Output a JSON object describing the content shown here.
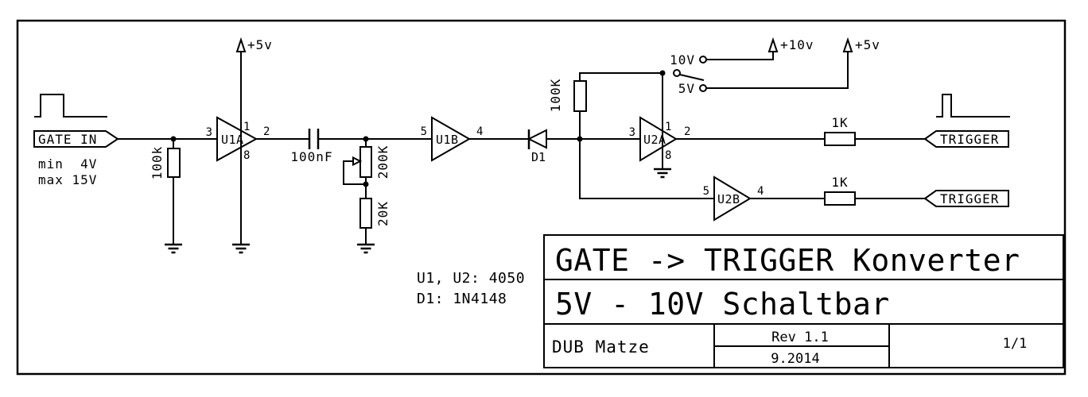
{
  "colors": {
    "ink": "#000000",
    "paper": "#ffffff"
  },
  "gate_input": {
    "flag_label": "GATE IN",
    "min_note": "min  4V",
    "max_note": "max 15V"
  },
  "parts": {
    "r_input": "100k",
    "capacitor": "100nF",
    "potentiometer": "200K",
    "r_divider": "20K",
    "r_pullup": "100K",
    "r_out_top": "1K",
    "r_out_bottom": "1K",
    "diode_ref": "D1"
  },
  "buffers": {
    "u1a": {
      "label": "U1A",
      "pin_in": "3",
      "pin_out": "2",
      "pin_top": "1",
      "pin_bottom": "8"
    },
    "u1b": {
      "label": "U1B",
      "pin_in": "5",
      "pin_out": "4"
    },
    "u2a": {
      "label": "U2A",
      "pin_in": "3",
      "pin_out": "2",
      "pin_top": "1",
      "pin_bottom": "8"
    },
    "u2b": {
      "label": "U2B",
      "pin_in": "5",
      "pin_out": "4"
    }
  },
  "power": {
    "u1_rail": "+5v",
    "rail_10v": "+10v",
    "rail_5v": "+5v",
    "switch_pos_top": "10V",
    "switch_pos_bottom": "5V"
  },
  "outputs": {
    "trigger_top": "TRIGGER",
    "trigger_bottom": "TRIGGER"
  },
  "notes": {
    "ics": "U1, U2: 4050",
    "diode": "D1: 1N4148"
  },
  "titleblock": {
    "title": "GATE -> TRIGGER Konverter",
    "subtitle": "5V - 10V Schaltbar",
    "author": "DUB Matze",
    "revision": "Rev 1.1",
    "date": "9.2014",
    "sheet": "1/1"
  }
}
